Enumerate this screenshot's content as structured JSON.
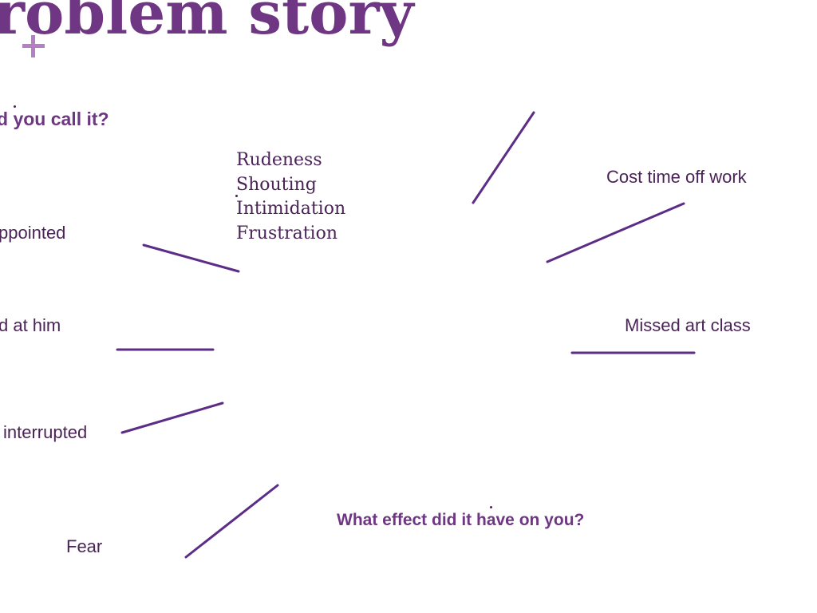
{
  "slide": {
    "title": "roblem story",
    "questions": {
      "name": "d you call it?",
      "effect": "What effect did it have on you?"
    },
    "names": [
      "Rudeness",
      "Shouting",
      "Intimidation",
      "Frustration"
    ],
    "left_labels": {
      "disappointed": "ppointed",
      "shouted": "d at him",
      "interrupted": "interrupted",
      "fear": "Fear"
    },
    "right_labels": {
      "cost": "Cost time off work",
      "missed": "Missed art class"
    }
  },
  "colors": {
    "title": "#6f3683",
    "accent": "#b57fc4",
    "line": "#5b2d86",
    "text": "#4a2357"
  },
  "icons": {
    "title_decoration": "plus-icon"
  }
}
